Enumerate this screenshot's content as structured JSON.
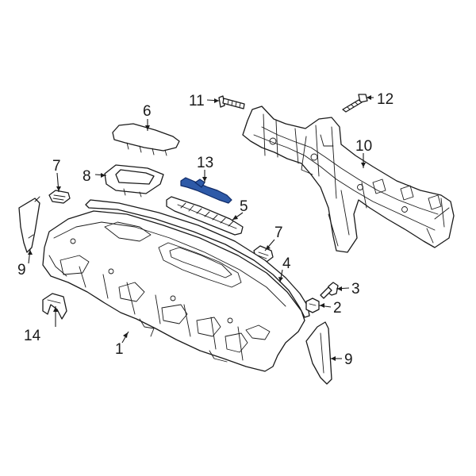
{
  "diagram": {
    "highlight_color": "#2e5aa8",
    "callouts": [
      {
        "id": "c11",
        "text": "11"
      },
      {
        "id": "c12",
        "text": "12"
      },
      {
        "id": "c6",
        "text": "6"
      },
      {
        "id": "c10",
        "text": "10"
      },
      {
        "id": "c7a",
        "text": "7"
      },
      {
        "id": "c8",
        "text": "8"
      },
      {
        "id": "c13",
        "text": "13"
      },
      {
        "id": "c5",
        "text": "5"
      },
      {
        "id": "c7b",
        "text": "7"
      },
      {
        "id": "c4",
        "text": "4"
      },
      {
        "id": "c9a",
        "text": "9"
      },
      {
        "id": "c3",
        "text": "3"
      },
      {
        "id": "c2",
        "text": "2"
      },
      {
        "id": "c14",
        "text": "14"
      },
      {
        "id": "c1",
        "text": "1"
      },
      {
        "id": "c9b",
        "text": "9"
      }
    ]
  }
}
